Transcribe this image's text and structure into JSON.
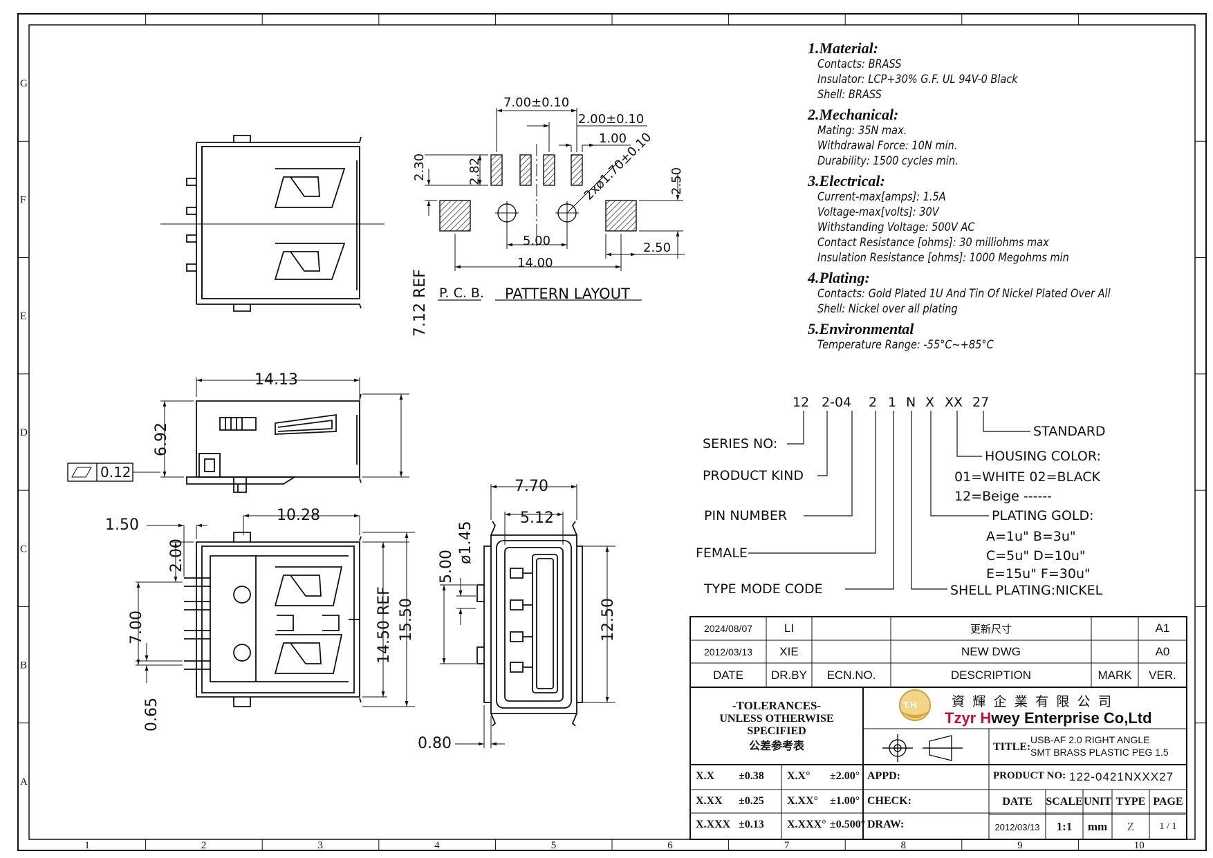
{
  "spec": {
    "sections": [
      {
        "heading": "1.Material:",
        "lines": [
          "Contacts: BRASS",
          "Insulator: LCP+30% G.F. UL 94V-0 Black",
          "Shell: BRASS"
        ]
      },
      {
        "heading": "2.Mechanical:",
        "lines": [
          "Mating: 35N max.",
          "Withdrawal Force: 10N min.",
          "Durability: 1500 cycles min."
        ]
      },
      {
        "heading": "3.Electrical:",
        "lines": [
          "Current-max[amps]: 1.5A",
          "Voltage-max[volts]: 30V",
          "Withstanding Voltage: 500V AC",
          "Contact Resistance [ohms]: 30 milliohms max",
          "Insulation Resistance [ohms]: 1000 Megohms min"
        ]
      },
      {
        "heading": "4.Plating:",
        "lines": [
          "Contacts: Gold Plated 1U And Tin Of Nickel Plated Over All",
          "Shell: Nickel over all plating"
        ]
      },
      {
        "heading": "5.Environmental",
        "lines": [
          "Temperature Range: -55°C~+85°C"
        ]
      }
    ]
  },
  "pcb": {
    "label_pcb": "P. C. B.",
    "label_layout": "PATTERN LAYOUT",
    "dims": {
      "d700": "7.00±0.10",
      "d200": "2.00±0.10",
      "d100": "1.00",
      "d230": "2.30",
      "d282": "2.82",
      "hole": "2xø1.70±0.10",
      "d250v": "2.50",
      "d500": "5.00",
      "d1400": "14.00",
      "d250h": "2.50"
    }
  },
  "views": {
    "top": {
      "ref": "7.12 REF"
    },
    "side": {
      "d1413": "14.13",
      "d692": "6.92",
      "flatness": "0.12"
    },
    "bottom": {
      "d150": "1.50",
      "d1028": "10.28",
      "d200": "2.00",
      "d700": "7.00",
      "d065": "0.65",
      "d1450": "14.50 REF",
      "d1550": "15.50"
    },
    "front": {
      "d770": "7.70",
      "d512": "5.12",
      "d145": "ø1.45",
      "d500": "5.00",
      "d1250": "12.50",
      "d080": "0.80"
    }
  },
  "part_number": {
    "codes": [
      "12",
      "2-04",
      "2",
      "1",
      "N",
      "X",
      "XX",
      "27"
    ],
    "left_labels": [
      "SERIES NO:",
      "PRODUCT KIND",
      "PIN NUMBER",
      "FEMALE",
      "TYPE MODE CODE"
    ],
    "standard": "STANDARD",
    "housing": "HOUSING COLOR:",
    "housing_opts1": "01=WHITE  02=BLACK",
    "housing_opts2": "12=Beige  ------",
    "plating": "PLATING GOLD:",
    "plating_opts": [
      "A=1u\"   B=3u\"",
      "C=5u\"   D=10u\"",
      "E=15u\"  F=30u\""
    ],
    "shell": "SHELL PLATING:NICKEL"
  },
  "title_block": {
    "revisions": [
      {
        "date": "2024/08/07",
        "by": "LI",
        "ecn": "",
        "desc": "更新尺寸",
        "mark": "",
        "ver": "A1"
      },
      {
        "date": "2012/03/13",
        "by": "XIE",
        "ecn": "",
        "desc": "NEW DWG",
        "mark": "",
        "ver": "A0"
      }
    ],
    "headers": {
      "date": "DATE",
      "by": "DR.BY",
      "ecn": "ECN.NO.",
      "desc": "DESCRIPTION",
      "mark": "MARK",
      "ver": "VER."
    },
    "tolerances_title": "-TOLERANCES-",
    "tolerances_sub": "UNLESS OTHERWISE SPECIFIED",
    "tolerances_cn": "公差参考表",
    "tol_rows": [
      [
        "X.X",
        "±0.38",
        "X.X°",
        "±2.00°"
      ],
      [
        "X.XX",
        "±0.25",
        "X.XX°",
        "±1.00°"
      ],
      [
        "X.XXX",
        "±0.13",
        "X.XXX°",
        "±0.500°"
      ]
    ],
    "company_cn": "資 輝 企 業 有 限 公 司",
    "company_en_1": "Tzyr ",
    "company_en_2": "H",
    "company_en_3": "wey Enterprise Co,Ltd",
    "logo": "T.H",
    "title_label": "TITLE:",
    "title_line1": "USB-AF 2.0 RIGHT ANGLE",
    "title_line2": "SMT BRASS PLASTIC PEG 1.5",
    "appd": "APPD:",
    "check": "CHECK:",
    "draw": "DRAW:",
    "product_no_label": "PRODUCT NO:",
    "product_no": "122-0421NXXX27",
    "footer_headers": [
      "DATE",
      "SCALE",
      "UNIT",
      "TYPE",
      "PAGE"
    ],
    "footer_values": [
      "2012/03/13",
      "1:1",
      "mm",
      "Z",
      "1 / 1"
    ]
  },
  "border": {
    "cols": [
      "1",
      "2",
      "3",
      "4",
      "5",
      "6",
      "7",
      "8",
      "9",
      "10"
    ],
    "rows": [
      "G",
      "F",
      "E",
      "D",
      "C",
      "B",
      "A"
    ]
  }
}
